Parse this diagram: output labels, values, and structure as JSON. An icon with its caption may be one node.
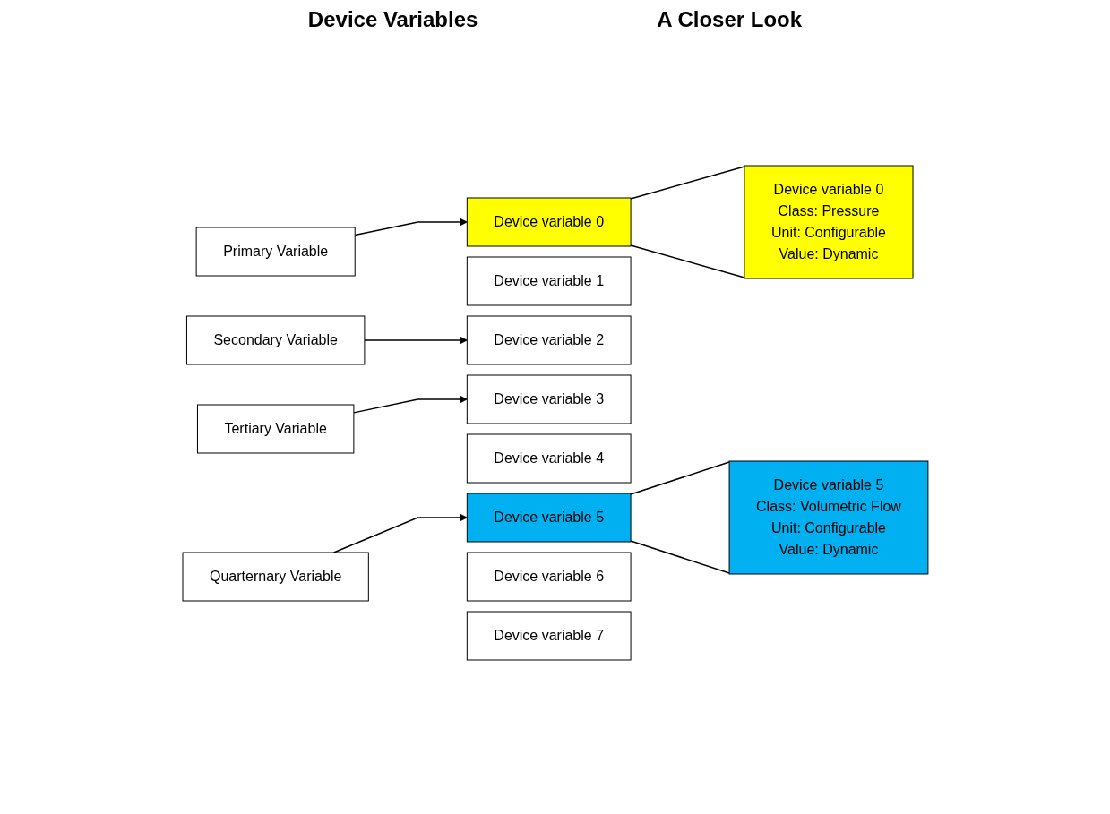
{
  "diagram": {
    "nodes": [
      {
        "text": [
          "Primary Variable"
        ]
      },
      {
        "text": [
          "Secondary Variable"
        ]
      },
      {
        "text": [
          "Tertiary Variable"
        ]
      },
      {
        "text": [
          "Quarternary Variable"
        ]
      },
      {
        "text": [
          "Device variable 0"
        ]
      },
      {
        "text": [
          "Device variable 1"
        ]
      },
      {
        "text": [
          "Device variable 2"
        ]
      },
      {
        "text": [
          "Device variable 3"
        ]
      },
      {
        "text": [
          "Device variable 4"
        ]
      },
      {
        "text": [
          "Device variable 5"
        ]
      },
      {
        "text": [
          "Device variable 6"
        ]
      },
      {
        "text": [
          "Device variable 7"
        ]
      },
      {
        "text": [
          "Device variable 0",
          "Class: Pressure",
          "Unit: Configurable",
          "Value: Dynamic"
        ]
      },
      {
        "text": [
          "Device variable 5",
          "Class: Volumetric Flow",
          "Unit: Configurable",
          "Value: Dynamic"
        ]
      }
    ],
    "edges": [
      {
        "from": 0,
        "to": 4,
        "arrow": "to"
      },
      {
        "from": 1,
        "to": 6,
        "arrow": "to"
      },
      {
        "from": 2,
        "to": 7,
        "arrow": "to"
      },
      {
        "from": 3,
        "to": 9,
        "arrow": "to"
      },
      {
        "from": 4,
        "to": 12,
        "arrow": "none"
      },
      {
        "from": 4,
        "to": 12,
        "arrow": "none"
      },
      {
        "from": 9,
        "to": 13,
        "arrow": "none"
      },
      {
        "from": 9,
        "to": 13,
        "arrow": "none"
      }
    ],
    "labels": [
      "Device Variables",
      "A Closer Look"
    ]
  }
}
